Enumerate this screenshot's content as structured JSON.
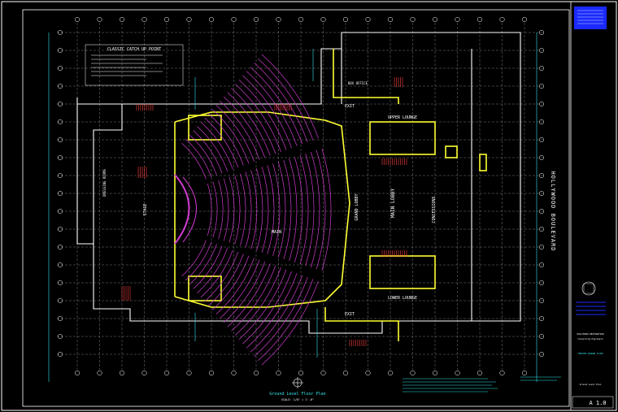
{
  "drawing": {
    "title": "Ground Level Floor Plan",
    "scale_note": "SCALE: 1/8\" = 1'-0\"",
    "street_label": "HOLLYWOOD BOULEVARD",
    "legend_title": "CLASSIC CATCH UP POINT",
    "sheet_number": "A 1.0"
  },
  "rooms": {
    "auditorium": "MAIN",
    "stage": "STAGE",
    "grand_lobby": "GRAND LOBBY",
    "main_lobby": "MAIN LOBBY",
    "lounge_upper": "UPPER LOUNGE",
    "lounge_lower": "LOWER LOUNGE",
    "concessions": "CONCESSIONS",
    "exit_top": "EXIT",
    "exit_bottom": "EXIT",
    "box_office": "BOX OFFICE",
    "dressing": "DRESSING ROOMS"
  },
  "title_block": {
    "firm": "HOLLYWOOD RESTORATION",
    "client": "Consulting Engineers",
    "project": "THEATER GROUND FLOOR",
    "sheet_name": "Ground Level Plan"
  },
  "colors": {
    "background": "#000000",
    "grid": "#9a9a9a",
    "wall": "#ffff33",
    "seating": "#d23cd2",
    "cyan": "#33e6f0",
    "white": "#ffffff",
    "titleblock_blue": "#1a2aff"
  }
}
